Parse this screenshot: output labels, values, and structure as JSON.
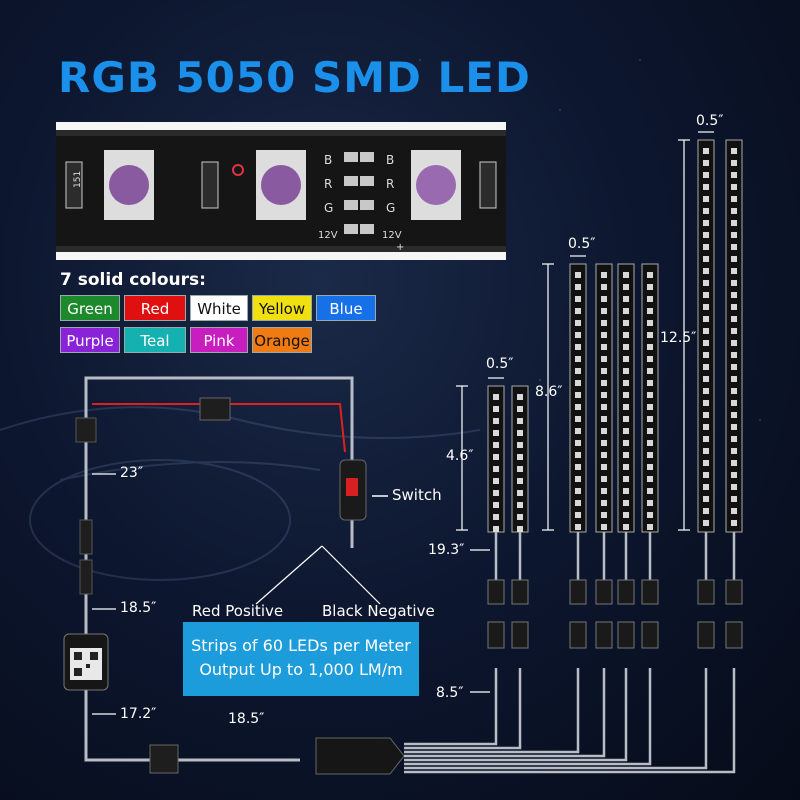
{
  "title": "RGB 5050 SMD LED",
  "strip_markings": {
    "resistor": "151",
    "pins": [
      "B",
      "R",
      "G",
      "12V"
    ],
    "plus": "+"
  },
  "colours": {
    "heading": "7 solid colours:",
    "items": [
      {
        "label": "Green",
        "bg": "#1c8a2c",
        "fg": "#ffffff"
      },
      {
        "label": "Red",
        "bg": "#e01010",
        "fg": "#ffffff"
      },
      {
        "label": "White",
        "bg": "#ffffff",
        "fg": "#111111"
      },
      {
        "label": "Yellow",
        "bg": "#f0e010",
        "fg": "#111111"
      },
      {
        "label": "Blue",
        "bg": "#1670e8",
        "fg": "#ffffff"
      },
      {
        "label": "Purple",
        "bg": "#8a22d8",
        "fg": "#ffffff"
      },
      {
        "label": "Teal",
        "bg": "#15b0b0",
        "fg": "#ffffff"
      },
      {
        "label": "Pink",
        "bg": "#c81ec0",
        "fg": "#ffffff"
      },
      {
        "label": "Orange",
        "bg": "#f07a14",
        "fg": "#111111"
      }
    ]
  },
  "dimensions": {
    "width_small": "0.5″",
    "width_mid": "0.5″",
    "width_large": "0.5″",
    "len_small": "4.6″",
    "len_mid": "8.6″",
    "len_large": "12.5″",
    "cable_23": "23″",
    "cable_185_left": "18.5″",
    "cable_172": "17.2″",
    "cable_185_bottom": "18.5″",
    "cable_193": "19.3″",
    "cable_85": "8.5″"
  },
  "labels": {
    "switch": "Switch",
    "red_positive": "Red Positive",
    "black_negative": "Black Negative"
  },
  "info": {
    "line1": "Strips of 60 LEDs per Meter",
    "line2": "Output Up to 1,000 LM/m"
  },
  "colors": {
    "accent": "#1a90ea",
    "info_box": "#1d9cdc",
    "wire": "#b8bcc4",
    "red_wire": "#e02020"
  }
}
